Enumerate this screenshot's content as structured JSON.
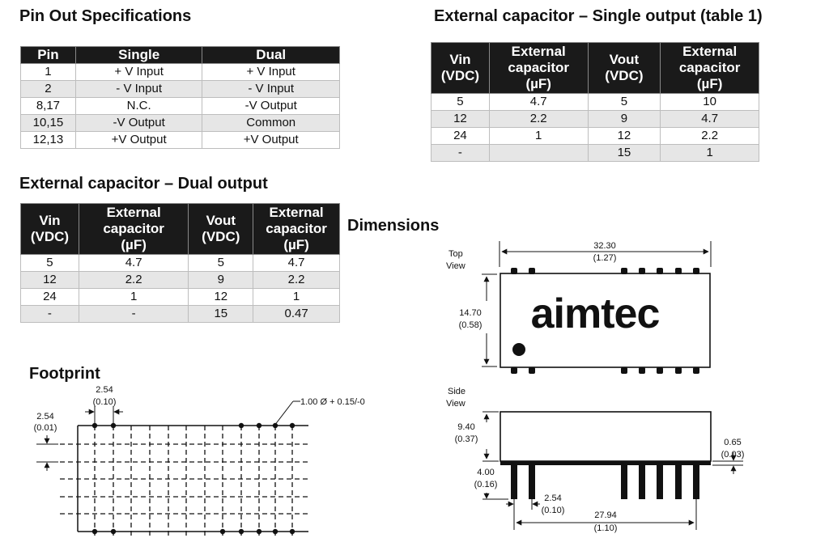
{
  "pinout": {
    "title": "Pin Out Specifications",
    "headers": [
      "Pin",
      "Single",
      "Dual"
    ],
    "rows": [
      [
        "1",
        "+ V Input",
        "+ V Input"
      ],
      [
        "2",
        "- V Input",
        "- V Input"
      ],
      [
        "8,17",
        "N.C.",
        "-V Output"
      ],
      [
        "10,15",
        "-V Output",
        "Common"
      ],
      [
        "12,13",
        "+V Output",
        "+V Output"
      ]
    ]
  },
  "single_cap": {
    "title": "External capacitor – Single output (table 1)",
    "headers": [
      "Vin\n(VDC)",
      "External\ncapacitor\n(µF)",
      "Vout\n(VDC)",
      "External\ncapacitor\n(µF)"
    ],
    "rows": [
      [
        "5",
        "4.7",
        "5",
        "10"
      ],
      [
        "12",
        "2.2",
        "9",
        "4.7"
      ],
      [
        "24",
        "1",
        "12",
        "2.2"
      ],
      [
        "-",
        "",
        "15",
        "1"
      ]
    ]
  },
  "dual_cap": {
    "title": "External capacitor – Dual output",
    "headers": [
      "Vin\n(VDC)",
      "External\ncapacitor\n(µF)",
      "Vout\n(VDC)",
      "External\ncapacitor\n(µF)"
    ],
    "rows": [
      [
        "5",
        "4.7",
        "5",
        "4.7"
      ],
      [
        "12",
        "2.2",
        "9",
        "2.2"
      ],
      [
        "24",
        "1",
        "12",
        "1"
      ],
      [
        "-",
        "-",
        "15",
        "0.47"
      ]
    ]
  },
  "dimensions": {
    "title": "Dimensions",
    "top_view_line1": "Top",
    "top_view_line2": "View",
    "side_view_line1": "Side",
    "side_view_line2": "View",
    "logo": "aimtec",
    "length_mm": "32.30",
    "length_in": "(1.27)",
    "width_mm": "14.70",
    "width_in": "(0.58)",
    "height_mm": "9.40",
    "height_in": "(0.37)",
    "standoff_mm": "0.65",
    "standoff_in": "(0.03)",
    "pin_len_mm": "4.00",
    "pin_len_in": "(0.16)",
    "pitch_mm": "2.54",
    "pitch_in": "(0.10)",
    "span_mm": "27.94",
    "span_in": "(1.10)"
  },
  "footprint": {
    "title": "Footprint",
    "pitch_top_mm": "2.54",
    "pitch_top_in": "(0.10)",
    "pitch_left_mm": "2.54",
    "pitch_left_in": "(0.01)",
    "hole_label": "1.00 Ø + 0.15/-0"
  }
}
